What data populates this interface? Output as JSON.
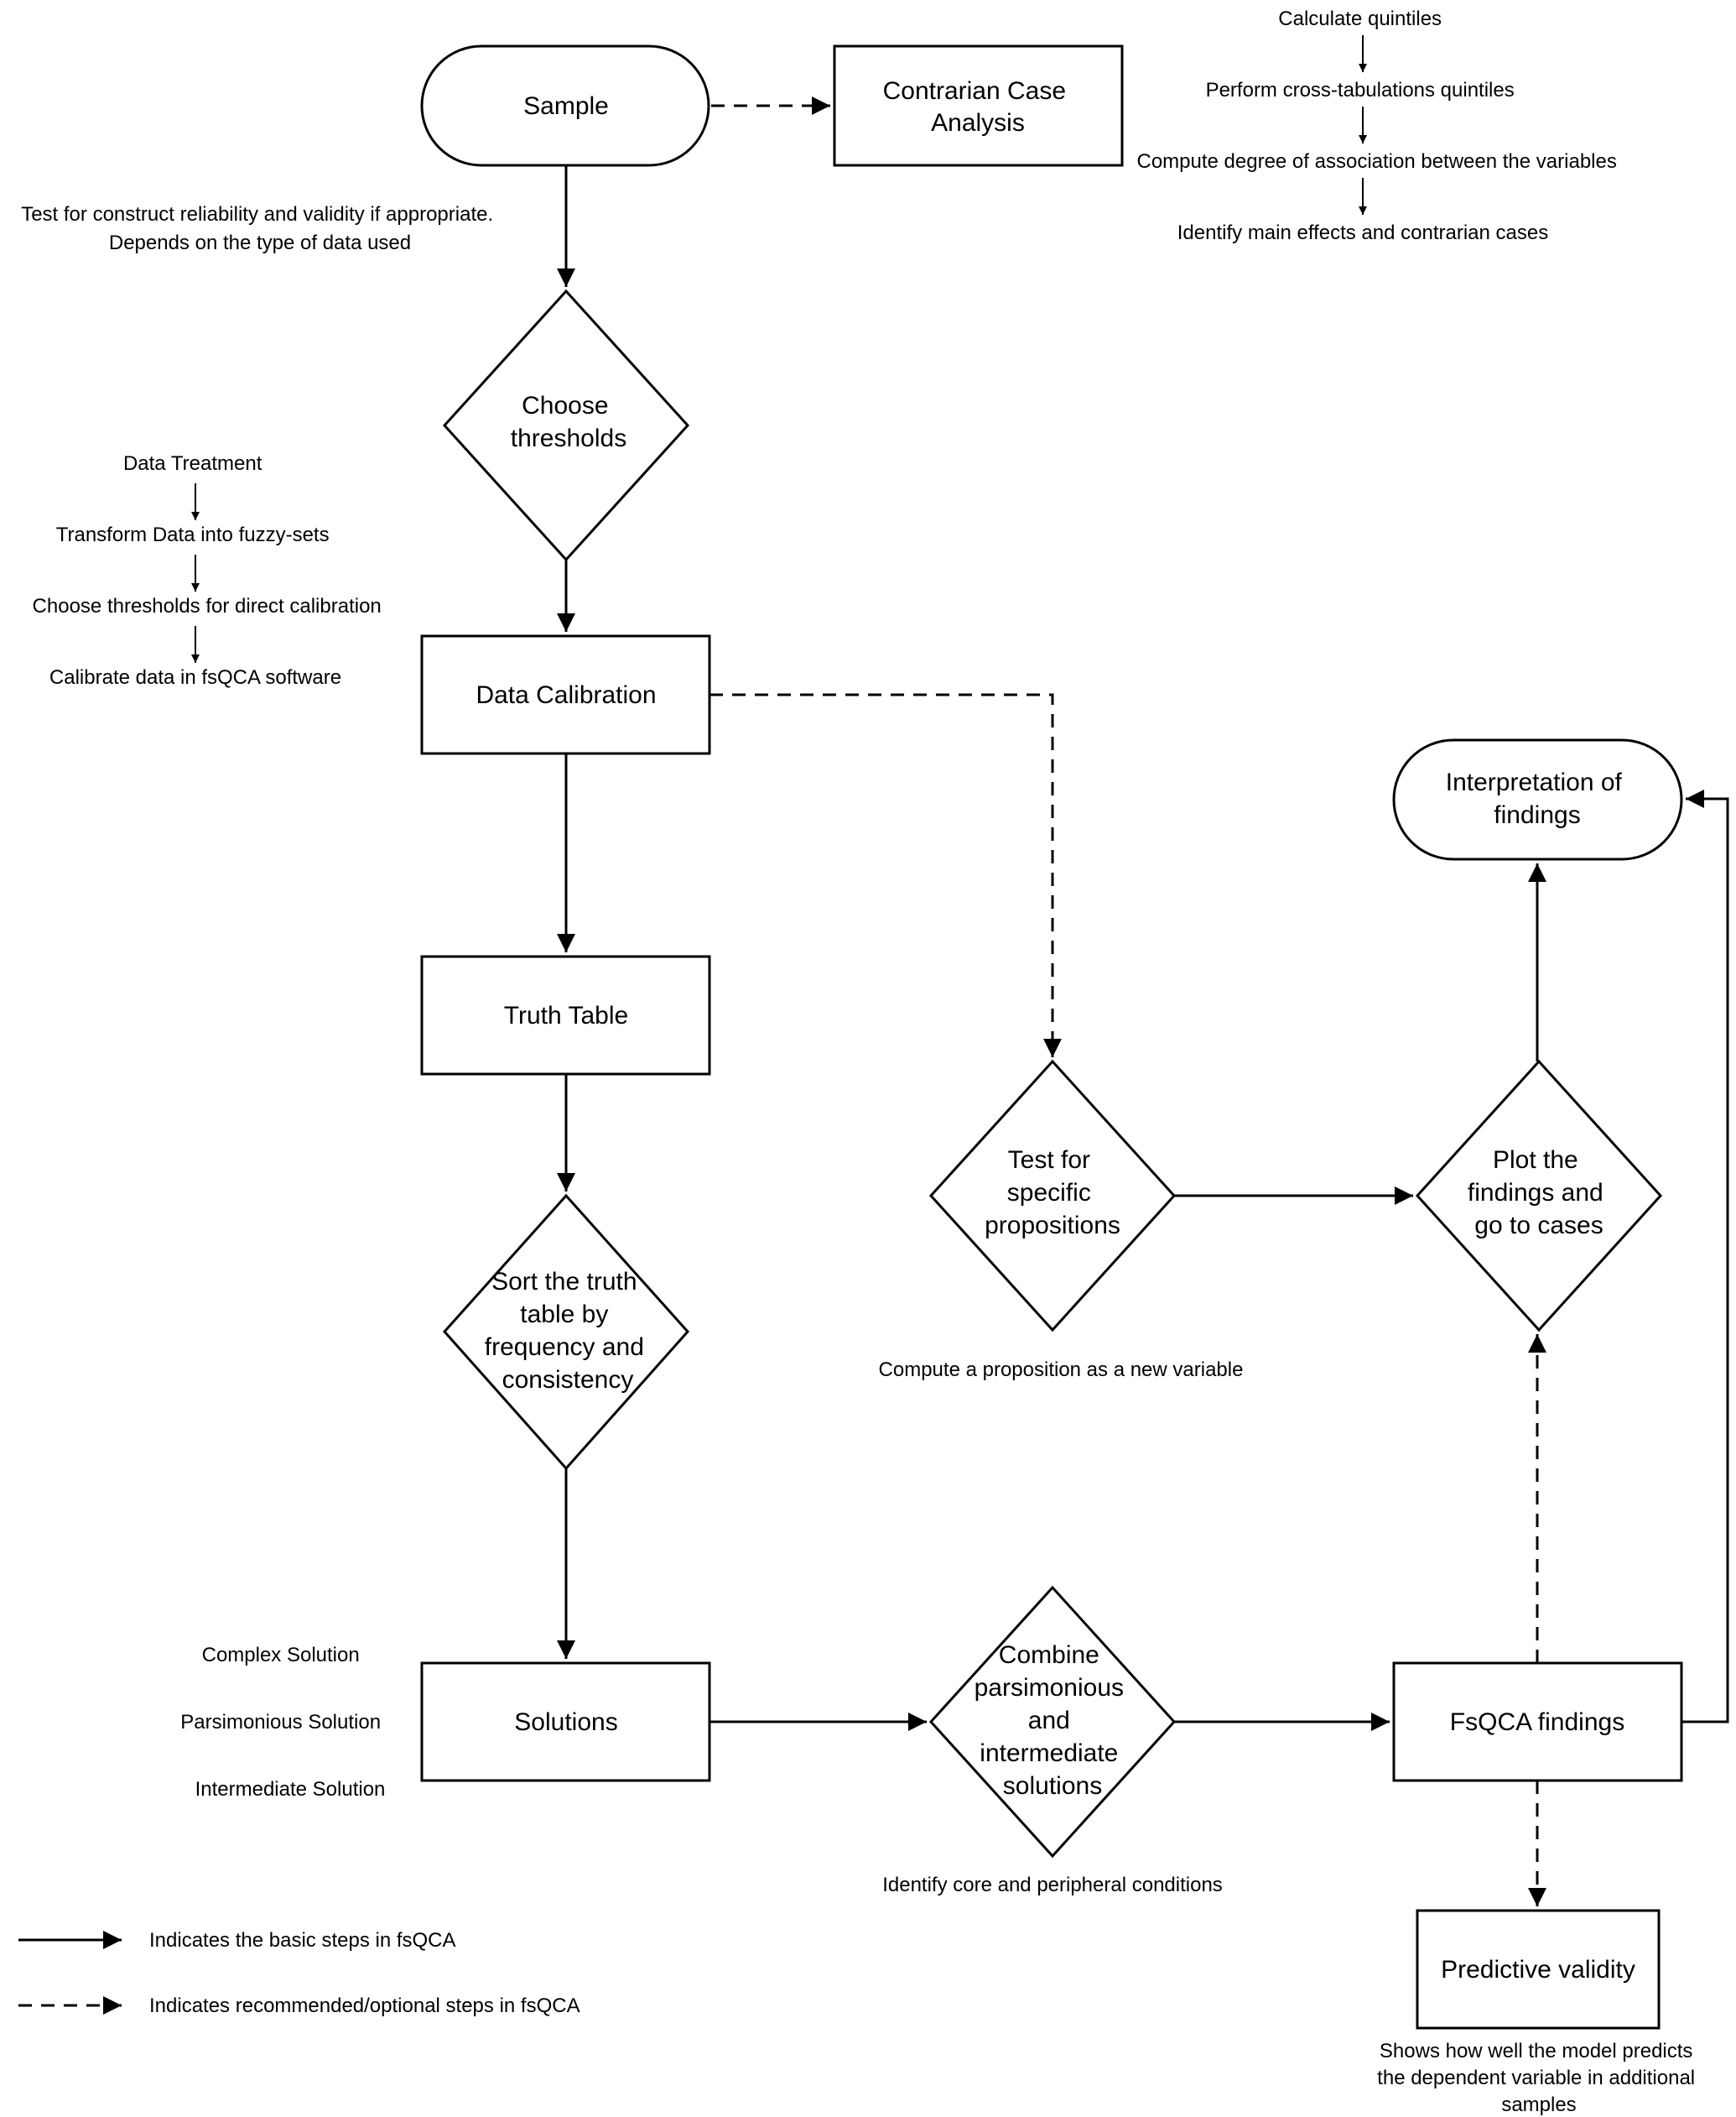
{
  "nodes": {
    "sample": "Sample",
    "contrarian": [
      "Contrarian Case",
      "Analysis"
    ],
    "choose_thresholds": [
      "Choose",
      "thresholds"
    ],
    "data_calibration": "Data Calibration",
    "truth_table": "Truth Table",
    "sort_truth_table": [
      "Sort the truth",
      "table by",
      "frequency and",
      "consistency"
    ],
    "solutions": "Solutions",
    "combine": [
      "Combine",
      "parsimonious",
      "and",
      "intermediate",
      "solutions"
    ],
    "fsqca_findings": "FsQCA findings",
    "predictive_validity": "Predictive validity",
    "test_propositions": [
      "Test for",
      "specific",
      "propositions"
    ],
    "plot_findings": [
      "Plot the",
      "findings and",
      "go to cases"
    ],
    "interpretation": [
      "Interpretation of",
      "findings"
    ]
  },
  "notes": {
    "contrarian_steps": [
      "Calculate quintiles",
      "Perform cross-tabulations quintiles",
      "Compute degree of association between the variables",
      "Identify main effects and contrarian cases"
    ],
    "reliability": [
      "Test for construct reliability and validity if appropriate.",
      "Depends on the type of data used"
    ],
    "data_treatment_steps": [
      "Data Treatment",
      "Transform Data into fuzzy-sets",
      "Choose thresholds for direct calibration",
      "Calibrate data in fsQCA software"
    ],
    "solution_types": [
      "Complex Solution",
      "Parsimonious Solution",
      "Intermediate Solution"
    ],
    "proposition_note": "Compute a proposition as a new variable",
    "core_note": "Identify core and peripheral conditions",
    "predictive_note": [
      "Shows how well the model predicts",
      "the dependent variable in additional",
      "samples"
    ]
  },
  "legend": {
    "solid": "Indicates the basic steps in fsQCA",
    "dashed": "Indicates recommended/optional steps in fsQCA"
  }
}
